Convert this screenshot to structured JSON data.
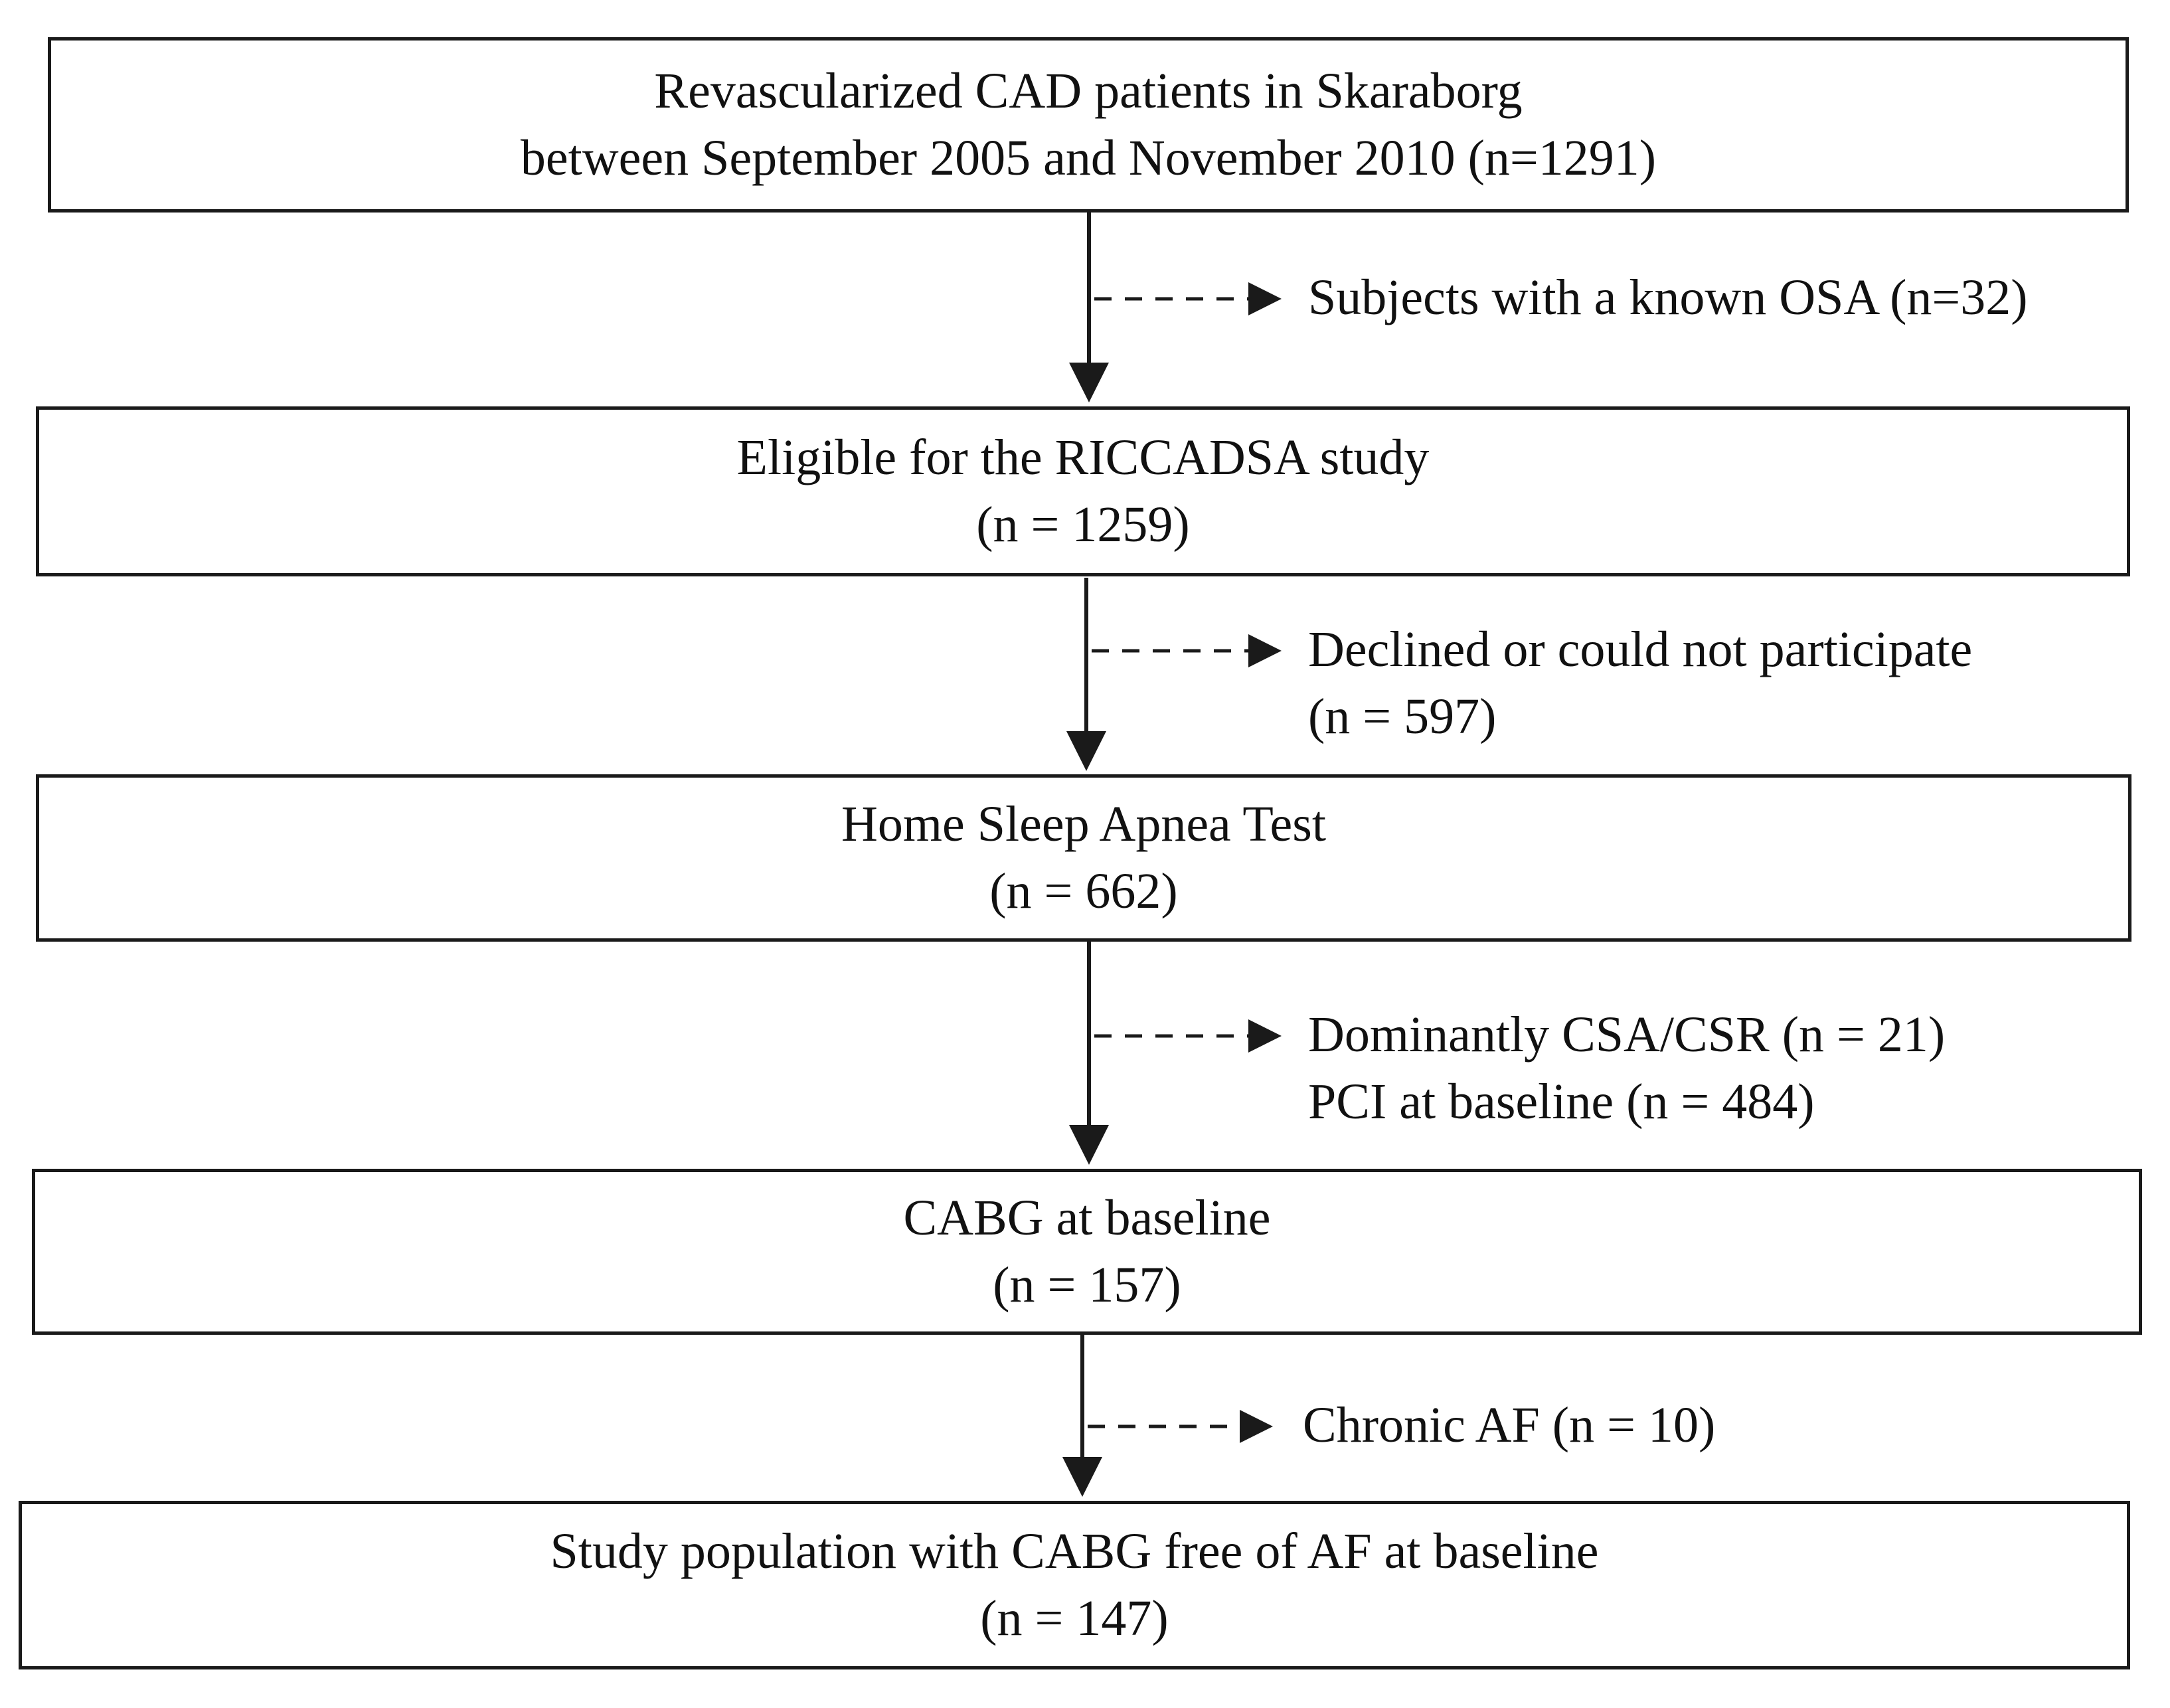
{
  "flowchart": {
    "boxes": [
      {
        "line1": "Revascularized CAD patients in Skaraborg",
        "line2": "between September 2005 and November 2010  (n=1291)"
      },
      {
        "line1": "Eligible for the RICCADSA study",
        "line2": "(n = 1259)"
      },
      {
        "line1": "Home Sleep Apnea Test",
        "line2": "(n = 662)"
      },
      {
        "line1": "CABG at baseline",
        "line2": "(n = 157)"
      },
      {
        "line1": "Study population with CABG free of AF at baseline",
        "line2": "(n = 147)"
      }
    ],
    "exclusions": [
      {
        "line1": "Subjects with a known OSA (n=32)"
      },
      {
        "line1": "Declined or could not participate",
        "line2": "(n = 597)"
      },
      {
        "line1": "Dominantly CSA/CSR (n = 21)",
        "line2": "PCI at baseline (n = 484)"
      },
      {
        "line1": "Chronic AF (n = 10)"
      }
    ]
  }
}
